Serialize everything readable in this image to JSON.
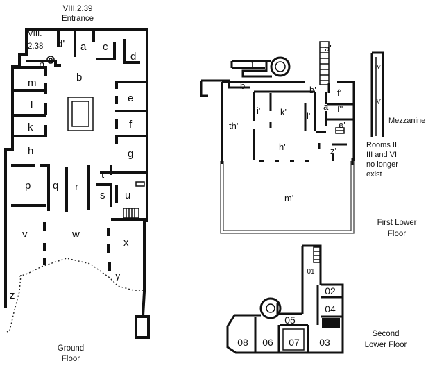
{
  "ground_floor": {
    "entrance_ref": "VIII.2.39",
    "entrance_label": "Entrance",
    "side_entrance_line1": "VIII.",
    "side_entrance_line2": "2.38",
    "floor_line1": "Ground",
    "floor_line2": "Floor",
    "rooms": {
      "a": "a",
      "b": "b",
      "c": "c",
      "d": "d",
      "d_prime": "d'",
      "e": "e",
      "f": "f",
      "g": "g",
      "h": "h",
      "k": "k",
      "l": "l",
      "m": "m",
      "n": "n",
      "p": "p",
      "q": "q",
      "r": "r",
      "s": "s",
      "t": "t",
      "u": "u",
      "v": "v",
      "w": "w",
      "x": "x",
      "y": "y",
      "z": "z"
    }
  },
  "first_lower_floor": {
    "floor_line1": "First Lower",
    "floor_line2": "Floor",
    "note_line1": "Rooms II,",
    "note_line2": "III and VI",
    "note_line3": "no longer",
    "note_line4": "exist",
    "mezzanine_label": "Mezzanine",
    "roman": {
      "I": "I",
      "IV": "IV",
      "V": "V"
    },
    "rooms": {
      "a_prime": "a'",
      "b_prime_left": "b'",
      "b_prime_right": "b'",
      "a_small": "a",
      "f_prime": "f'",
      "f_dprime": "f\"",
      "e_prime": "e'",
      "i_prime": "i'",
      "k_prime": "k'",
      "l_prime": "l'",
      "th_prime": "th'",
      "h_prime": "h'",
      "z_prime": "z'",
      "m_prime": "m'"
    }
  },
  "second_lower_floor": {
    "floor_line1": "Second",
    "floor_line2": "Lower Floor",
    "rooms": {
      "r01": "01",
      "r02": "02",
      "r03": "03",
      "r04": "04",
      "r05": "05",
      "r06": "06",
      "r07": "07",
      "r08": "08"
    }
  }
}
